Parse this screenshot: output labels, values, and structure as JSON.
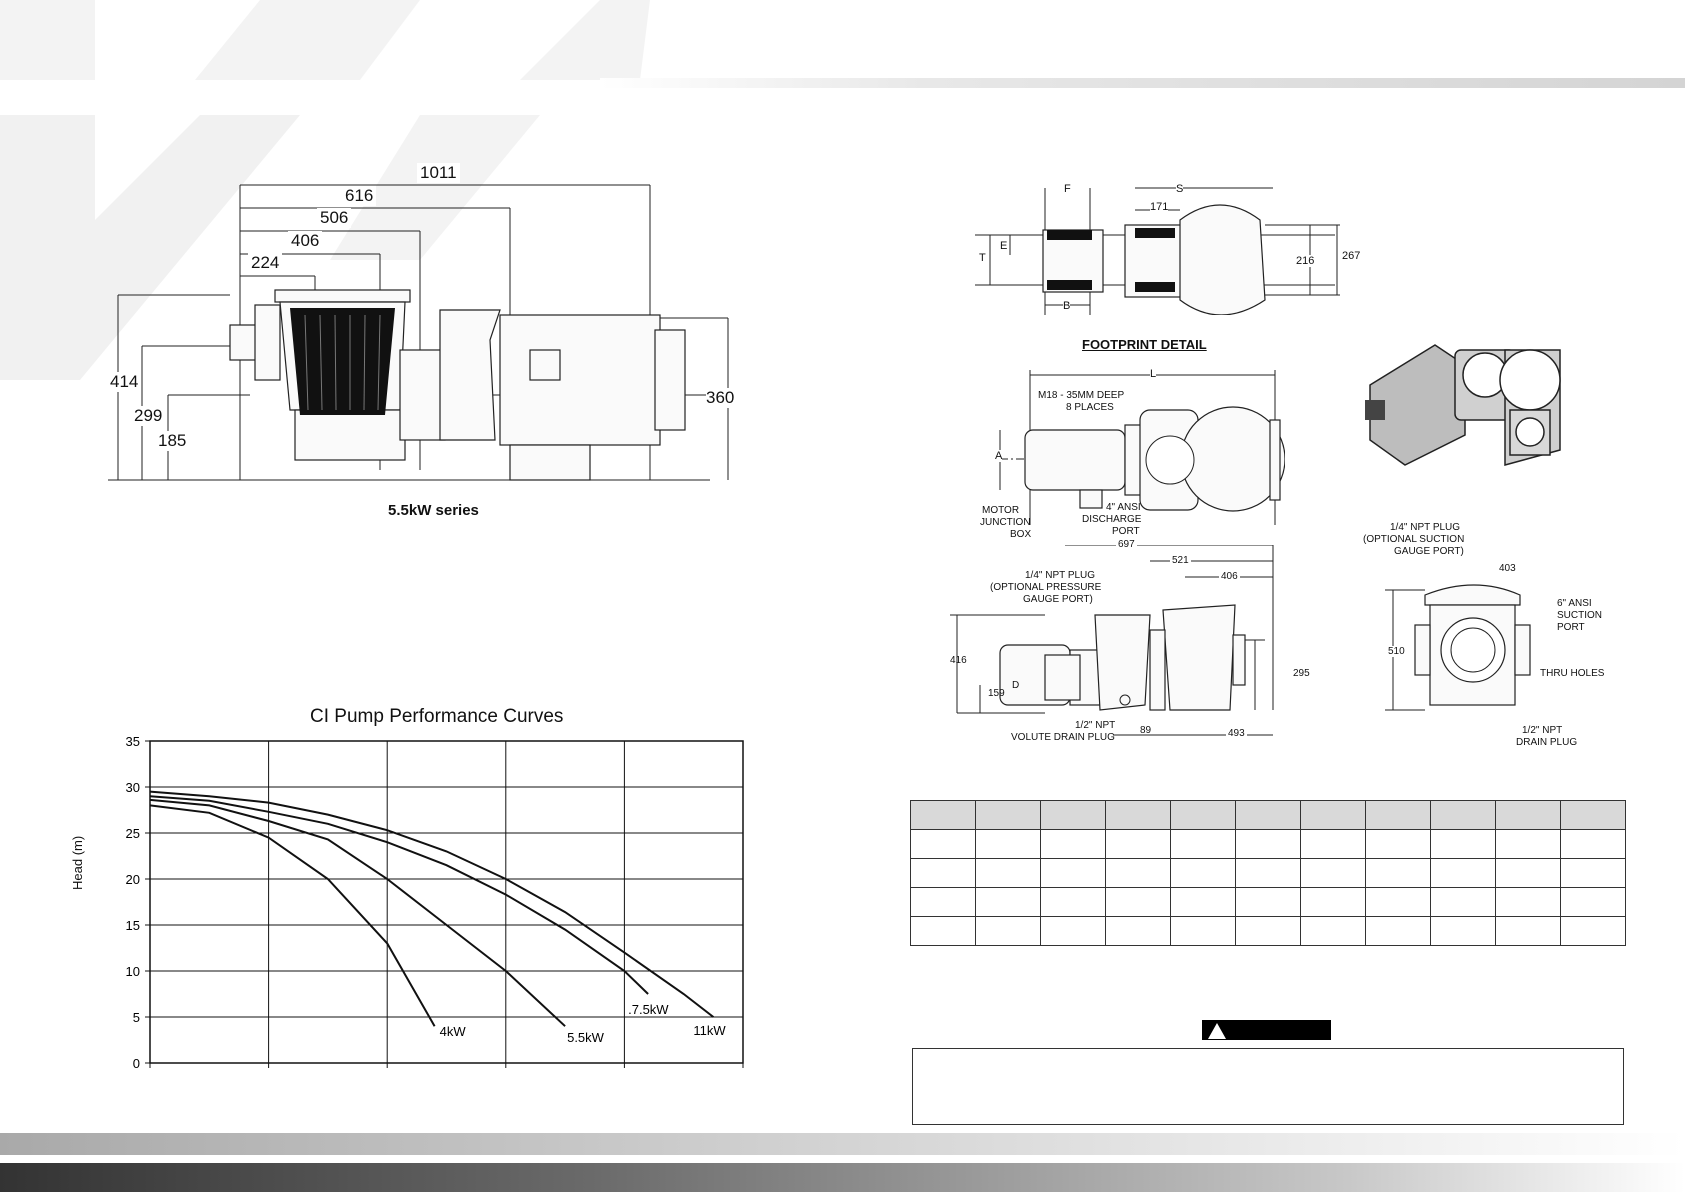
{
  "drawing_left": {
    "dims_horizontal": [
      "1011",
      "616",
      "506",
      "406",
      "224"
    ],
    "dims_vertical": [
      "414",
      "299",
      "185"
    ],
    "dim_right": "360",
    "caption": "5.5kW series"
  },
  "footprint": {
    "labels": {
      "F": "F",
      "S": "S",
      "dim_171": "171",
      "T": "T",
      "E": "E",
      "dim_216": "216",
      "dim_267": "267",
      "B": "B"
    },
    "caption": "FOOTPRINT DETAIL"
  },
  "top_view": {
    "L": "L",
    "bolt_note": [
      "M18 - 35MM DEEP",
      "8 PLACES"
    ],
    "A": "A",
    "motor_box": [
      "MOTOR",
      "JUNCTION",
      "BOX"
    ],
    "discharge": [
      "4\" ANSI",
      "DISCHARGE",
      "PORT"
    ]
  },
  "side_view": {
    "dim_697": "697",
    "dim_521": "521",
    "dim_406": "406",
    "plug_note": [
      "1/4\" NPT PLUG",
      "(OPTIONAL PRESSURE",
      "GAUGE PORT)"
    ],
    "dim_416": "416",
    "dim_159": "159",
    "D": "D",
    "dim_295": "295",
    "drain_note": [
      "1/2\" NPT",
      "VOLUTE DRAIN PLUG"
    ],
    "dim_89": "89",
    "dim_493": "493"
  },
  "end_view": {
    "plug_note": [
      "1/4\" NPT PLUG",
      "(OPTIONAL SUCTION",
      "GAUGE PORT)"
    ],
    "dim_403": "403",
    "suction": [
      "6\" ANSI",
      "SUCTION",
      "PORT"
    ],
    "dim_510": "510",
    "thru_holes": "THRU HOLES",
    "drain": [
      "1/2\" NPT",
      "DRAIN PLUG"
    ]
  },
  "chart_data": {
    "type": "line",
    "title": "CI Pump Performance Curves",
    "ylabel": "Head (m)",
    "xlabel": "",
    "ylim": [
      0,
      35
    ],
    "xlim": [
      0,
      5
    ],
    "yticks": [
      0,
      5,
      10,
      15,
      20,
      25,
      30,
      35
    ],
    "grid": true,
    "series": [
      {
        "name": "4kW",
        "x": [
          0,
          0.5,
          1.0,
          1.5,
          2.0,
          2.4
        ],
        "y": [
          28,
          27.2,
          24.5,
          20,
          13,
          4
        ]
      },
      {
        "name": "5.5kW",
        "x": [
          0,
          0.5,
          1.0,
          1.5,
          2.0,
          2.5,
          3.0,
          3.5
        ],
        "y": [
          28.6,
          28,
          26.3,
          24.3,
          20,
          15,
          10,
          4
        ]
      },
      {
        "name": ".7.5kW",
        "x": [
          0,
          0.5,
          1.0,
          1.5,
          2.0,
          2.5,
          3.0,
          3.5,
          4.0,
          4.2
        ],
        "y": [
          29,
          28.5,
          27.3,
          26,
          24,
          21.5,
          18.3,
          14.5,
          10,
          7.5
        ]
      },
      {
        "name": "11kW",
        "x": [
          0,
          0.5,
          1.0,
          1.5,
          2.0,
          2.5,
          3.0,
          3.5,
          4.0,
          4.5,
          4.75
        ],
        "y": [
          29.5,
          29,
          28.3,
          27,
          25.3,
          23,
          20,
          16.4,
          12,
          7.5,
          5
        ]
      }
    ]
  },
  "spec_table": {
    "rows": 5,
    "cols": 11
  },
  "warning": {
    "icon": "warning-triangle-icon",
    "label": "",
    "text": ""
  },
  "colors": {
    "band_dark": "#3a3a3a",
    "band_light": "#cfcfcf",
    "watermark": "#f2f2f2",
    "header_fill": "#d9d9d9"
  }
}
